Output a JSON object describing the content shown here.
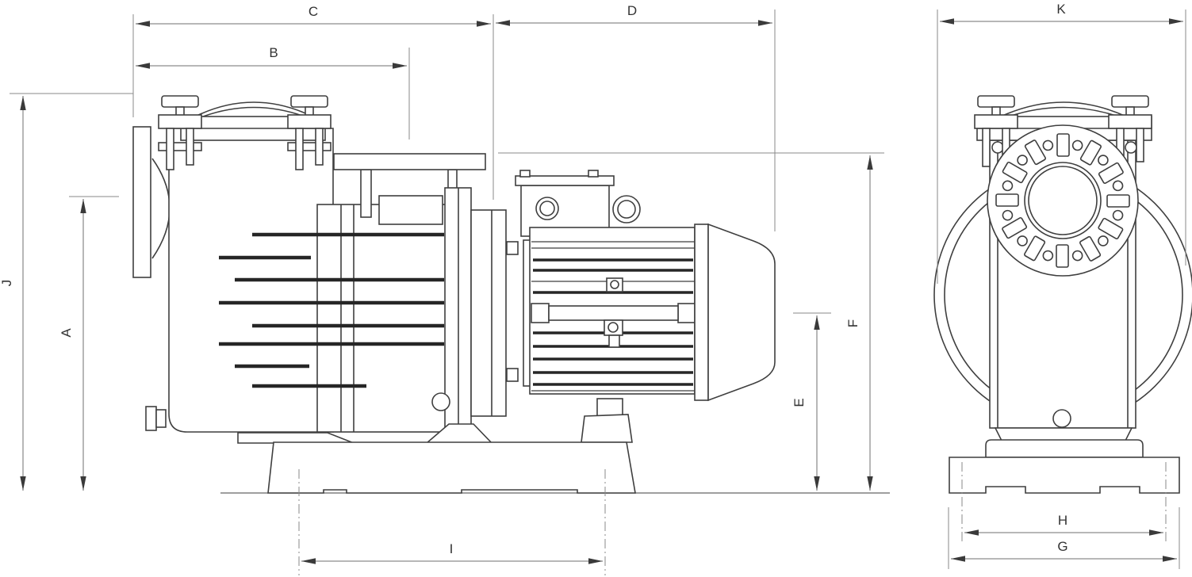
{
  "dims": {
    "A": "A",
    "B": "B",
    "C": "C",
    "D": "D",
    "E": "E",
    "F": "F",
    "G": "G",
    "H": "H",
    "I": "I",
    "J": "J",
    "K": "K"
  },
  "colors": {
    "object_line": "#3f3f3f",
    "rib_line": "#262626",
    "dimension_line": "#6f6f6f",
    "extension_line": "#8a8a8a",
    "label_text": "#333333",
    "background": "#ffffff"
  }
}
